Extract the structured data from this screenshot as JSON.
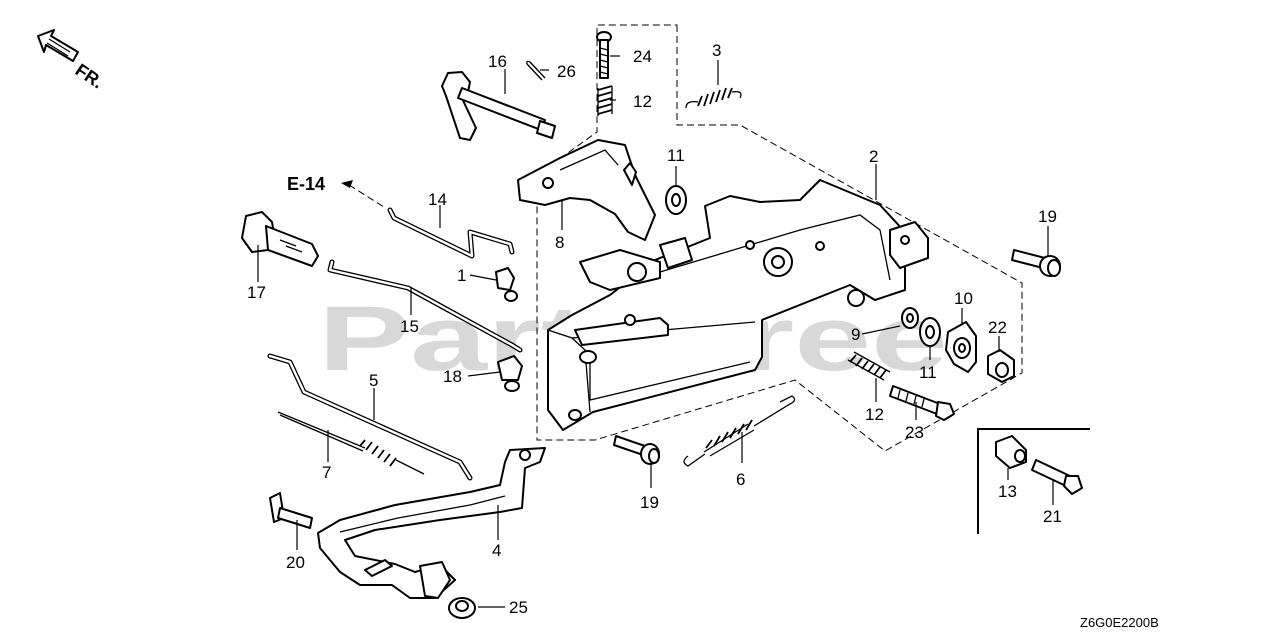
{
  "watermark": "PartsTree",
  "direction_label": "FR.",
  "reference": "E-14",
  "diagram_code": "Z6G0E2200B",
  "callouts": [
    {
      "id": "c1",
      "text": "1"
    },
    {
      "id": "c2",
      "text": "2"
    },
    {
      "id": "c3",
      "text": "3"
    },
    {
      "id": "c4",
      "text": "4"
    },
    {
      "id": "c5",
      "text": "5"
    },
    {
      "id": "c6",
      "text": "6"
    },
    {
      "id": "c7",
      "text": "7"
    },
    {
      "id": "c8",
      "text": "8"
    },
    {
      "id": "c9",
      "text": "9"
    },
    {
      "id": "c10",
      "text": "10"
    },
    {
      "id": "c11a",
      "text": "11"
    },
    {
      "id": "c11b",
      "text": "11"
    },
    {
      "id": "c12a",
      "text": "12"
    },
    {
      "id": "c12b",
      "text": "12"
    },
    {
      "id": "c13",
      "text": "13"
    },
    {
      "id": "c14",
      "text": "14"
    },
    {
      "id": "c15",
      "text": "15"
    },
    {
      "id": "c16",
      "text": "16"
    },
    {
      "id": "c17",
      "text": "17"
    },
    {
      "id": "c18",
      "text": "18"
    },
    {
      "id": "c19a",
      "text": "19"
    },
    {
      "id": "c19b",
      "text": "19"
    },
    {
      "id": "c20",
      "text": "20"
    },
    {
      "id": "c21",
      "text": "21"
    },
    {
      "id": "c22",
      "text": "22"
    },
    {
      "id": "c23",
      "text": "23"
    },
    {
      "id": "c24",
      "text": "24"
    },
    {
      "id": "c25",
      "text": "25"
    },
    {
      "id": "c26",
      "text": "26"
    }
  ]
}
